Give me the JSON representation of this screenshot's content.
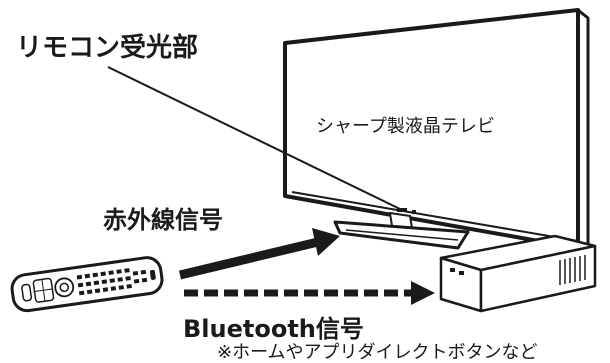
{
  "labels": {
    "remote_receiver": "リモコン受光部",
    "tv_screen": "シャープ製液晶テレビ",
    "infrared_signal": "赤外線信号",
    "bluetooth_signal": "Bluetooth信号",
    "bluetooth_note": "※ホームやアプリダイレクトボタンなど"
  },
  "components": {
    "tv": "tv-icon",
    "remote": "remote-control-icon",
    "set_top_box": "set-top-box-icon",
    "infrared_arrow": "solid-arrow-icon",
    "bluetooth_arrow": "dashed-arrow-icon"
  },
  "colors": {
    "ink": "#1a1a1a",
    "background": "#ffffff"
  }
}
